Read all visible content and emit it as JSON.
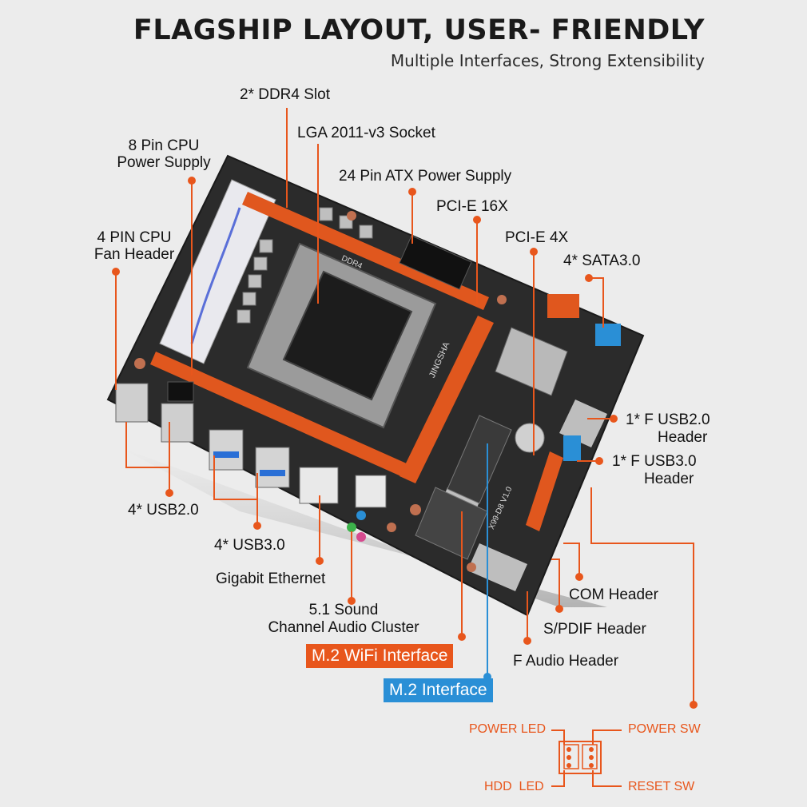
{
  "header": {
    "title": "FLAGSHIP LAYOUT, USER- FRIENDLY",
    "subtitle": "Multiple Interfaces, Strong Extensibility"
  },
  "colors": {
    "accent_orange": "#e8561c",
    "accent_blue": "#2a8fd6",
    "board": "#2b2b2b",
    "slot_orange": "#e0571e"
  },
  "callouts": {
    "ddr4": "2* DDR4 Slot",
    "socket": "LGA 2011-v3 Socket",
    "cpu_power_1": "8 Pin CPU",
    "cpu_power_2": "Power Supply",
    "atx_power": "24 Pin ATX Power Supply",
    "pcie16": "PCI-E 16X",
    "pcie4": "PCI-E 4X",
    "cpu_fan_1": "4 PIN CPU",
    "cpu_fan_2": "Fan Header",
    "sata": "4* SATA3.0",
    "usb2_hdr_1": "1* F USB2.0",
    "usb2_hdr_2": "Header",
    "usb3_hdr_1": "1* F USB3.0",
    "usb3_hdr_2": "Header",
    "usb2": "4* USB2.0",
    "usb3": "4* USB3.0",
    "ethernet": "Gigabit Ethernet",
    "sound_1": "5.1 Sound",
    "sound_2": "Channel Audio Cluster",
    "com": "COM Header",
    "spdif": "S/PDIF Header",
    "f_audio": "F Audio Header",
    "m2_wifi": "M.2 WiFi Interface",
    "m2": "M.2 Interface"
  },
  "front_panel": {
    "power_led": "POWER LED",
    "power_sw": "POWER SW",
    "hdd_led": "HDD  LED",
    "reset_sw": "RESET SW"
  },
  "board_marks": {
    "brand": "JINGSHA",
    "model": "X99-D8 V1.0",
    "ddr": "DDR4"
  }
}
